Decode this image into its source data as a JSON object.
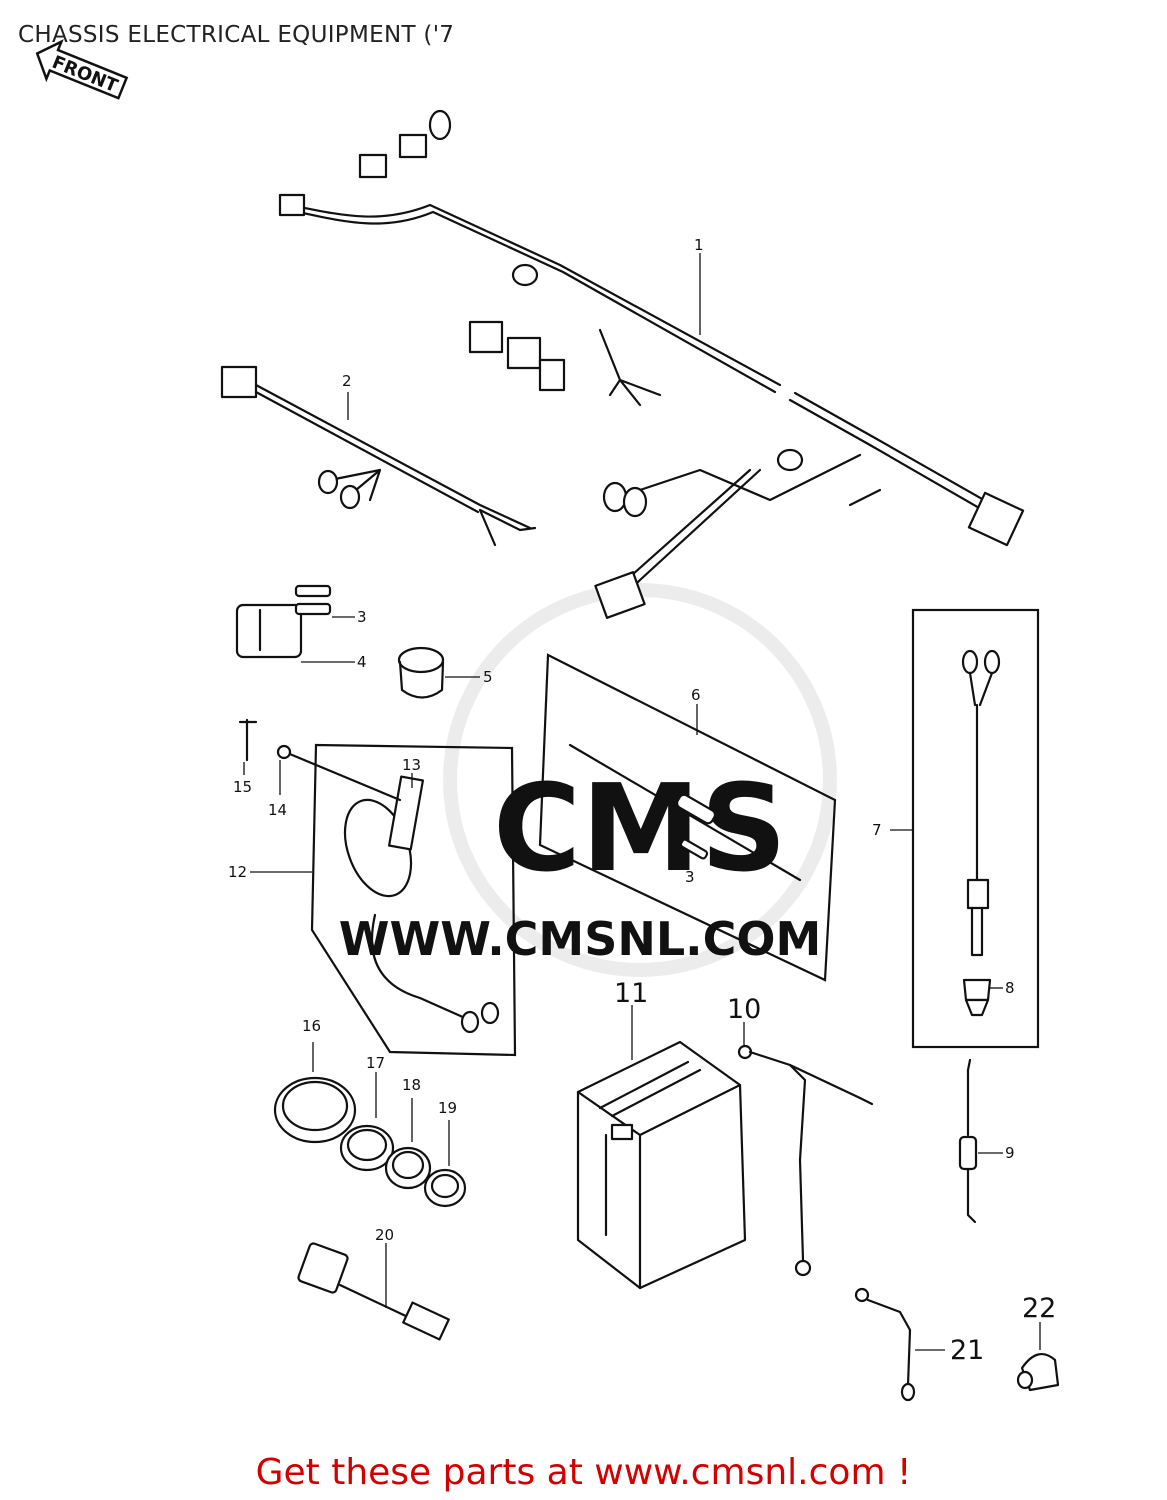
{
  "header": {
    "title": "CHASSIS ELECTRICAL EQUIPMENT ('7"
  },
  "front_arrow": {
    "label": "FRONT"
  },
  "watermark": {
    "url": "WWW.CMSNL.COM",
    "brand": "CMS"
  },
  "footer": {
    "cta": "Get these parts at www.cmsnl.com !"
  },
  "callouts": [
    {
      "id": "1",
      "text": "1"
    },
    {
      "id": "2",
      "text": "2"
    },
    {
      "id": "3a",
      "text": "3"
    },
    {
      "id": "3b",
      "text": "3"
    },
    {
      "id": "4",
      "text": "4"
    },
    {
      "id": "5",
      "text": "5"
    },
    {
      "id": "6",
      "text": "6"
    },
    {
      "id": "7",
      "text": "7"
    },
    {
      "id": "8",
      "text": "8"
    },
    {
      "id": "9",
      "text": "9"
    },
    {
      "id": "10",
      "text": "10"
    },
    {
      "id": "11",
      "text": "11"
    },
    {
      "id": "12",
      "text": "12"
    },
    {
      "id": "13",
      "text": "13"
    },
    {
      "id": "14",
      "text": "14"
    },
    {
      "id": "15",
      "text": "15"
    },
    {
      "id": "16",
      "text": "16"
    },
    {
      "id": "17",
      "text": "17"
    },
    {
      "id": "18",
      "text": "18"
    },
    {
      "id": "19",
      "text": "19"
    },
    {
      "id": "20",
      "text": "20"
    },
    {
      "id": "21",
      "text": "21"
    },
    {
      "id": "22",
      "text": "22"
    }
  ]
}
